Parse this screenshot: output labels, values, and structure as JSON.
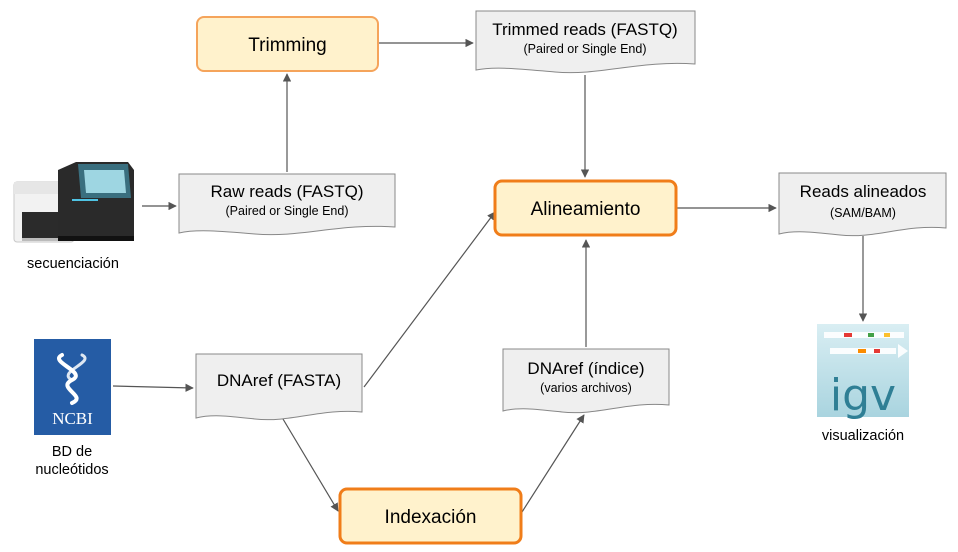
{
  "processes": {
    "trimming": "Trimming",
    "alineamiento": "Alineamiento",
    "indexacion": "Indexación"
  },
  "documents": {
    "trimmed": {
      "title": "Trimmed reads (FASTQ)",
      "subtitle": "(Paired or Single End)"
    },
    "raw": {
      "title": "Raw reads (FASTQ)",
      "subtitle": "(Paired or Single End)"
    },
    "alineados": {
      "title": "Reads alineados",
      "subtitle": "(SAM/BAM)"
    },
    "dnaref_fasta": {
      "title": "DNAref (FASTA)"
    },
    "dnaref_indice": {
      "title": "DNAref (índice)",
      "subtitle": "(varios archivos)"
    }
  },
  "captions": {
    "sequencer": "secuenciación",
    "ncbi_line1": "BD de",
    "ncbi_line2": "nucleótidos",
    "igv": "visualización"
  },
  "logos": {
    "ncbi": "NCBI",
    "igv": "igv"
  },
  "colors": {
    "process_fill": "#FFF2CC",
    "process_stroke_light": "#F5A45B",
    "process_stroke_bold": "#F07D19",
    "doc_fill": "#EFEFEF",
    "doc_stroke": "#888888",
    "arrow": "#555555",
    "ncbi_blue": "#255CA5",
    "igv_teal": "#3A8FA5"
  }
}
